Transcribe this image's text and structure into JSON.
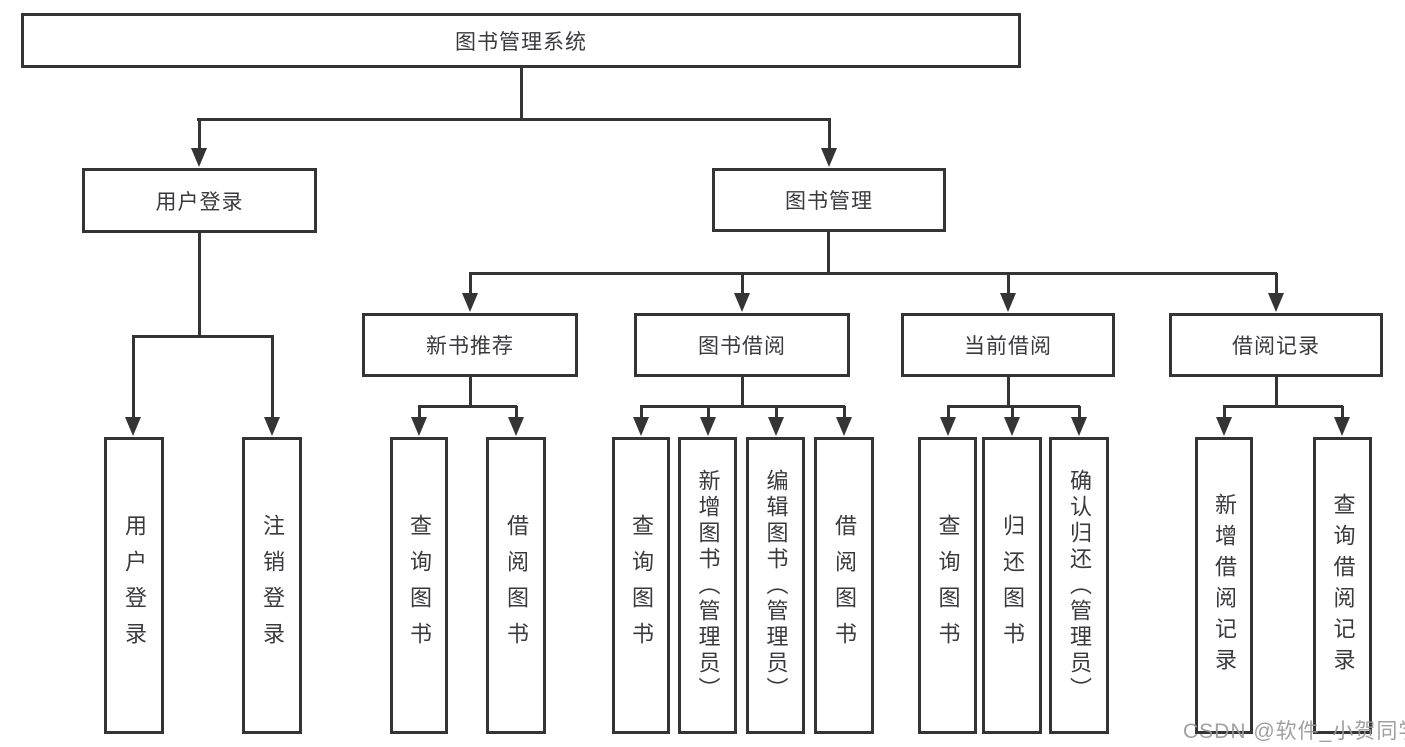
{
  "diagram": {
    "root": {
      "label": "图书管理系统"
    },
    "level2": [
      {
        "id": "user-login",
        "label": "用户登录"
      },
      {
        "id": "book-mgmt",
        "label": "图书管理"
      }
    ],
    "level3": [
      {
        "id": "new-books",
        "label": "新书推荐"
      },
      {
        "id": "book-borrow",
        "label": "图书借阅"
      },
      {
        "id": "current-borrow",
        "label": "当前借阅"
      },
      {
        "id": "borrow-records",
        "label": "借阅记录"
      }
    ],
    "leaves": [
      {
        "id": "user-login-action",
        "label": "用户登录"
      },
      {
        "id": "logout-action",
        "label": "注销登录"
      },
      {
        "id": "newbooks-query-book",
        "label": "查询图书"
      },
      {
        "id": "newbooks-borrow-book",
        "label": "借阅图书"
      },
      {
        "id": "borrow-query-book",
        "label": "查询图书"
      },
      {
        "id": "borrow-add-book-admin",
        "label": "新增图书（管理员）"
      },
      {
        "id": "borrow-edit-book-admin",
        "label": "编辑图书（管理员）"
      },
      {
        "id": "borrow-borrow-book",
        "label": "借阅图书"
      },
      {
        "id": "current-query-book",
        "label": "查询图书"
      },
      {
        "id": "current-return-book",
        "label": "归还图书"
      },
      {
        "id": "current-confirm-return-admin",
        "label": "确认归还（管理员）"
      },
      {
        "id": "records-add-record",
        "label": "新增借阅记录"
      },
      {
        "id": "records-query-record",
        "label": "查询借阅记录"
      }
    ]
  },
  "watermark": {
    "text": "CSDN @软件_小贺同学"
  },
  "colors": {
    "line": "#343434",
    "box_border": "#343434",
    "text": "#3a3a3e",
    "watermark": "#989898",
    "background": "#ffffff"
  }
}
